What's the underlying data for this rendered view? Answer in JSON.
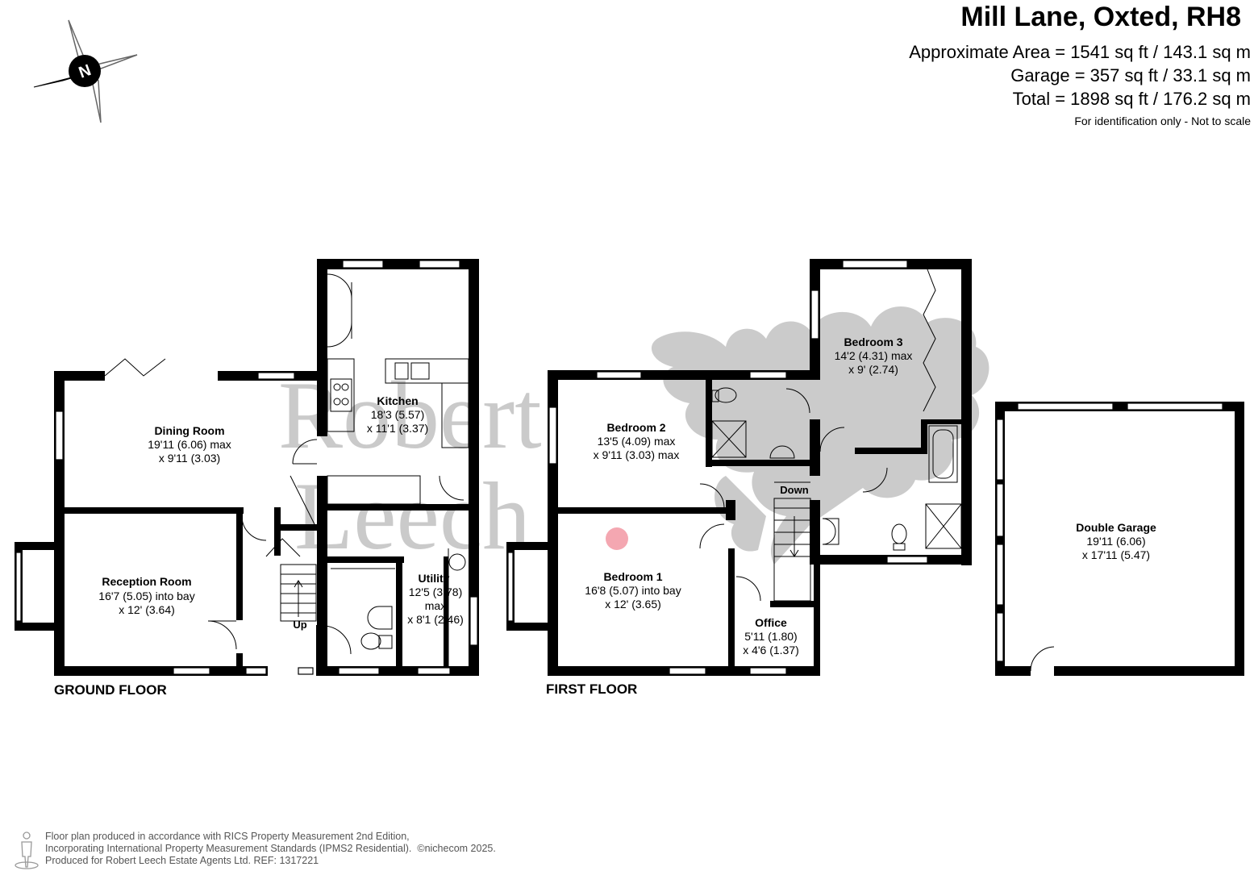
{
  "header": {
    "title": "Mill Lane, Oxted, RH8",
    "approximate_area": "Approximate Area = 1541 sq ft / 143.1 sq m",
    "garage_area": "Garage = 357 sq ft / 33.1 sq m",
    "total_area": "Total = 1898 sq ft / 176.2 sq m",
    "disclaimer": "For identification only - Not to scale"
  },
  "compass": {
    "label": "N",
    "icon": "compass-icon"
  },
  "watermark": {
    "line1": "Robert",
    "line2": "Leech",
    "icon": "oak-leaf-watermark-icon"
  },
  "floors": {
    "ground": "GROUND FLOOR",
    "first": "FIRST FLOOR"
  },
  "rooms": {
    "dining": {
      "name": "Dining Room",
      "dim1": "19'11 (6.06) max",
      "dim2": "x 9'11 (3.03)"
    },
    "kitchen": {
      "name": "Kitchen",
      "dim1": "18'3 (5.57)",
      "dim2": "x 11'1 (3.37)"
    },
    "reception": {
      "name": "Reception Room",
      "dim1": "16'7 (5.05) into bay",
      "dim2": "x 12' (3.64)"
    },
    "utility": {
      "name": "Utility",
      "dim1": "12'5 (3.78)",
      "dim2": "max",
      "dim3": "x 8'1 (2.46)"
    },
    "bedroom2": {
      "name": "Bedroom 2",
      "dim1": "13'5 (4.09) max",
      "dim2": "x 9'11 (3.03) max"
    },
    "bedroom3": {
      "name": "Bedroom 3",
      "dim1": "14'2 (4.31) max",
      "dim2": "x 9' (2.74)"
    },
    "bedroom1": {
      "name": "Bedroom 1",
      "dim1": "16'8 (5.07) into bay",
      "dim2": "x 12' (3.65)"
    },
    "office": {
      "name": "Office",
      "dim1": "5'11 (1.80)",
      "dim2": "x 4'6 (1.37)"
    },
    "garage": {
      "name": "Double Garage",
      "dim1": "19'11 (6.06)",
      "dim2": "x 17'11 (5.47)"
    }
  },
  "stairs": {
    "up": "Up",
    "down": "Down"
  },
  "footer": {
    "line1": "Floor plan produced in accordance with RICS Property Measurement 2nd Edition,",
    "line2": "Incorporating International Property Measurement Standards (IPMS2 Residential).",
    "copyright": "©nichecom 2025.",
    "line3": "Produced for Robert Leech Estate Agents Ltd.   REF: 1317221",
    "icon": "person-icon"
  },
  "colors": {
    "wall": "#000000",
    "watermark": "#c8c8c8",
    "marker": "#f4a3ad"
  }
}
